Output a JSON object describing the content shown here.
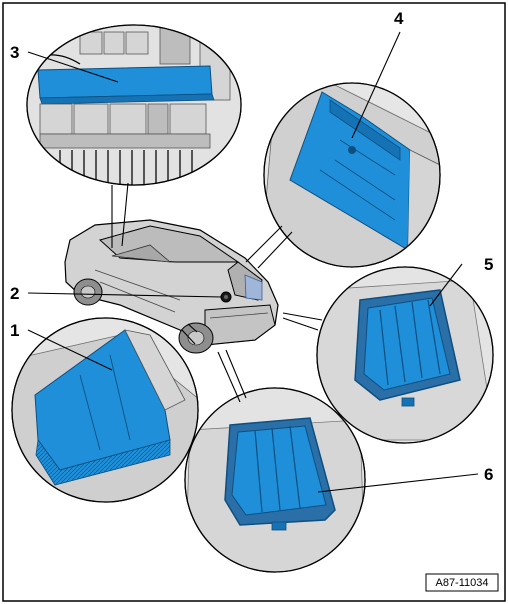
{
  "callouts": {
    "c1": "1",
    "c2": "2",
    "c3": "3",
    "c4": "4",
    "c5": "5",
    "c6": "6"
  },
  "reference_code": "A87-11034",
  "colors": {
    "component_blue": "#1e8fd8",
    "component_outline": "#0d4f80",
    "body_grey": "#d5d5d5"
  }
}
